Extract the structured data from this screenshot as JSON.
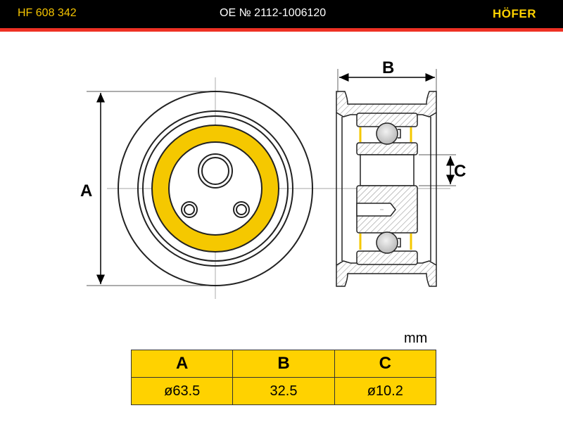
{
  "header": {
    "part_number": "HF 608 342",
    "oe_number": "OE № 2112-1006120",
    "brand": "HÖFER"
  },
  "drawing": {
    "label_a": "A",
    "label_b": "B",
    "label_c": "C"
  },
  "table": {
    "unit": "mm",
    "headers": [
      "A",
      "B",
      "C"
    ],
    "values": [
      "ø63.5",
      "32.5",
      "ø10.2"
    ]
  },
  "colors": {
    "accent": "#ffd200",
    "header_bg": "#000000",
    "stripe": "#ee3124"
  }
}
